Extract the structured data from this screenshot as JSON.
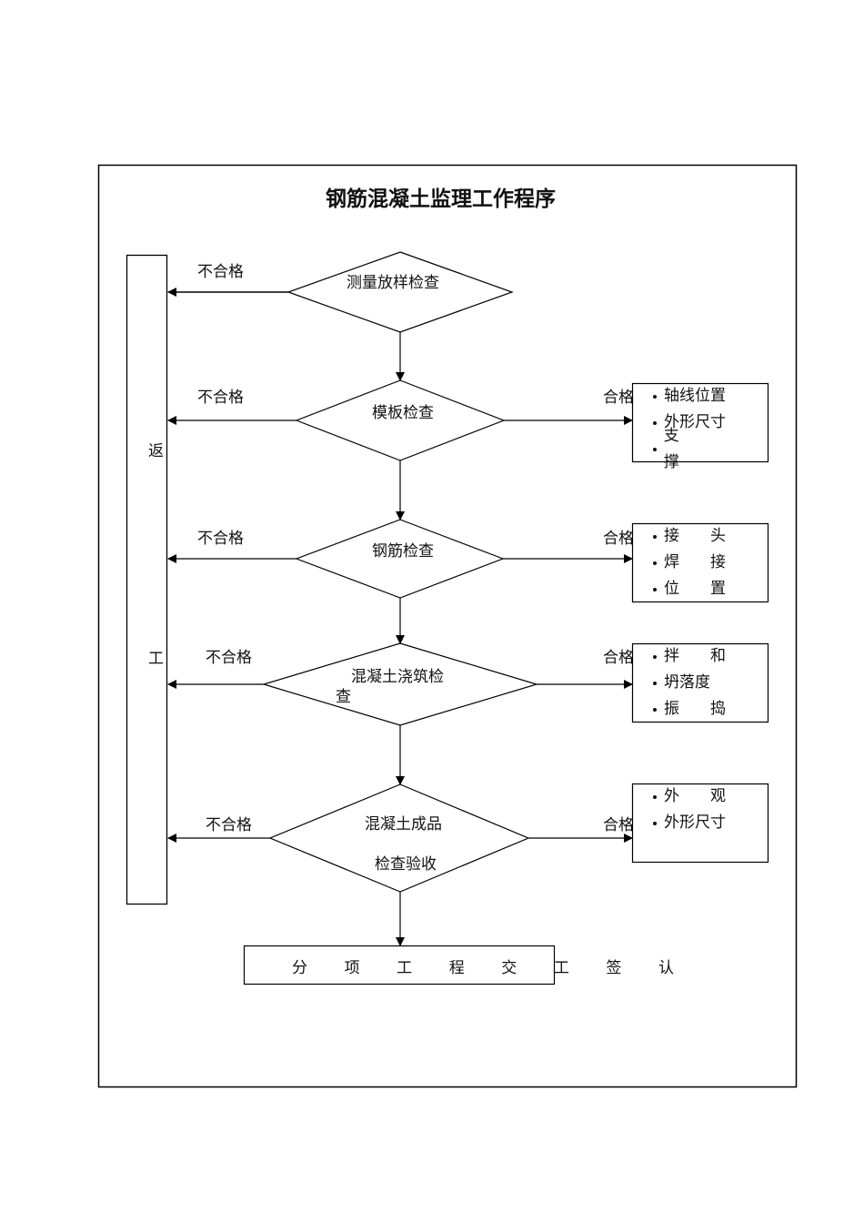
{
  "title": "钢筋混凝土监理工作程序",
  "rework_bar": {
    "chars": [
      "返",
      "工"
    ]
  },
  "steps": [
    {
      "label_lines": [
        "测量放样检查"
      ],
      "fail_label": "不合格"
    },
    {
      "label_lines": [
        "模板检查"
      ],
      "fail_label": "不合格",
      "pass_label": "合格",
      "checklist": [
        "轴线位置",
        "外形尺寸",
        "支　　撑"
      ]
    },
    {
      "label_lines": [
        "钢筋检查"
      ],
      "fail_label": "不合格",
      "pass_label": "合格",
      "checklist": [
        "接　　头",
        "焊　　接",
        "位　　置"
      ]
    },
    {
      "label_lines": [
        "混凝土浇筑检",
        "查"
      ],
      "fail_label": "不合格",
      "pass_label": "合格",
      "checklist": [
        "拌　　和",
        "坍落度",
        "振　　捣"
      ]
    },
    {
      "label_lines": [
        "混凝土成品",
        "检查验收"
      ],
      "fail_label": "不合格",
      "pass_label": "合格",
      "checklist": [
        "外　　观",
        "外形尺寸"
      ]
    }
  ],
  "final_step": {
    "chars": [
      "分",
      "项",
      "工",
      "程",
      "交",
      "工",
      "签",
      "认"
    ]
  },
  "colors": {
    "line": "#000000",
    "text": "#111111",
    "background": "#ffffff"
  }
}
